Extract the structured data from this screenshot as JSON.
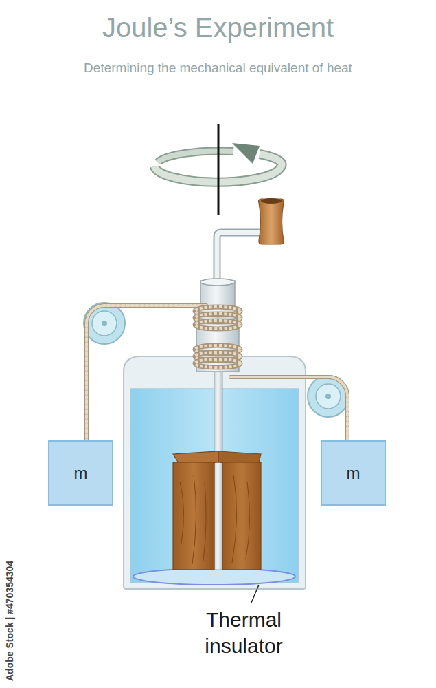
{
  "diagram": {
    "title": "Joule’s Experiment",
    "caption": "Determining the mechanical equivalent of heat",
    "nodes": [
      {
        "text": [
          "m"
        ]
      },
      {
        "text": [
          "m"
        ]
      }
    ],
    "labels": [
      "Thermal insulator",
      "Adobe Stock | #470354304"
    ]
  }
}
